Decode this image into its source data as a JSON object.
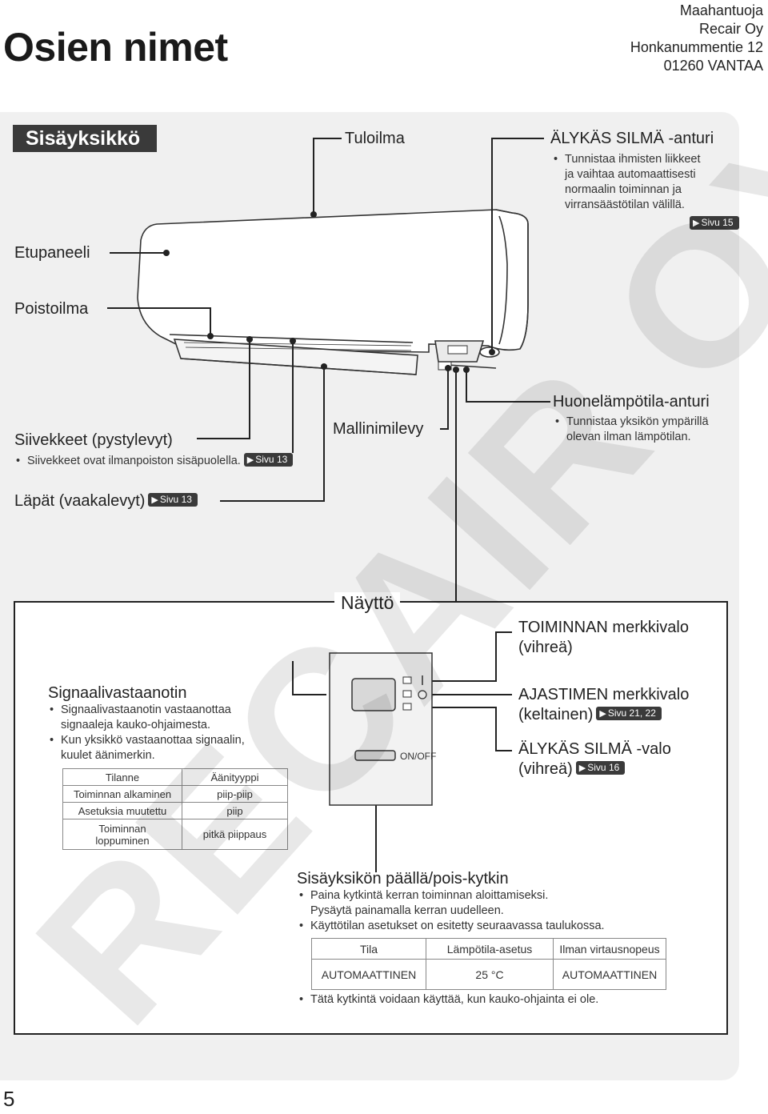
{
  "page": {
    "title": "Osien nimet",
    "number": "5",
    "watermark": "RECAIR OY"
  },
  "importer": {
    "line1": "Maahantuoja",
    "line2": "Recair Oy",
    "line3": "Honkanummentie 12",
    "line4": "01260 VANTAA"
  },
  "indoor": {
    "heading": "Sisäyksikkö",
    "tuloilma": "Tuloilma",
    "alykas": {
      "label": "ÄLYKÄS SILMÄ -anturi",
      "b1": "Tunnistaa ihmisten liikkeet",
      "b2": "ja vaihtaa automaattisesti",
      "b3": "normaalin toiminnan ja",
      "b4": "virransäästötilan välillä.",
      "ref": "Sivu 15"
    },
    "etupaneeli": "Etupaneeli",
    "poistoilma": "Poistoilma",
    "siivekkeet": {
      "label": "Siivekkeet (pystylevyt)",
      "bullet": "Siivekkeet ovat ilmanpoiston sisäpuolella.",
      "ref": "Sivu 13"
    },
    "mallinimilevy": "Mallinimilevy",
    "huonelampotila": {
      "label": "Huonelämpötila-anturi",
      "b1": "Tunnistaa yksikön ympärillä",
      "b2": "olevan ilman lämpötilan."
    },
    "lapat": {
      "label": "Läpät (vaakalevyt)",
      "ref": "Sivu 13"
    }
  },
  "display": {
    "label": "Näyttö",
    "toiminnan": {
      "line1": "TOIMINNAN merkkivalo",
      "line2": "(vihreä)"
    },
    "ajastimen": {
      "line1": "AJASTIMEN merkkivalo",
      "line2": "(keltainen)",
      "ref": "Sivu 21, 22"
    },
    "alykas_valo": {
      "line1": "ÄLYKÄS SILMÄ -valo",
      "line2": "(vihreä)",
      "ref": "Sivu 16"
    },
    "onoff": "ON/OFF",
    "signaali": {
      "label": "Signaalivastaanotin",
      "b1a": "Signaalivastaanotin vastaanottaa",
      "b1b": "signaaleja kauko-ohjaimesta.",
      "b2a": "Kun yksikkö vastaanottaa signaalin,",
      "b2b": "kuulet äänimerkin."
    },
    "sound_table": {
      "h1": "Tilanne",
      "h2": "Äänityyppi",
      "r1c1": "Toiminnan alkaminen",
      "r1c2": "piip-piip",
      "r2c1": "Asetuksia muutettu",
      "r2c2": "piip",
      "r3c1a": "Toiminnan",
      "r3c1b": "loppuminen",
      "r3c2": "pitkä piippaus"
    },
    "switch": {
      "label": "Sisäyksikön päällä/pois-kytkin",
      "b1a": "Paina kytkintä kerran toiminnan aloittamiseksi.",
      "b1b": "Pysäytä painamalla kerran uudelleen.",
      "b2": "Käyttötilan asetukset on esitetty seuraavassa taulukossa.",
      "b3": "Tätä kytkintä voidaan käyttää, kun kauko-ohjainta ei ole."
    },
    "mode_table": {
      "h1": "Tila",
      "h2": "Lämpötila-asetus",
      "h3": "Ilman virtausnopeus",
      "c1": "AUTOMAATTINEN",
      "c2": "25 °C",
      "c3": "AUTOMAATTINEN"
    }
  }
}
